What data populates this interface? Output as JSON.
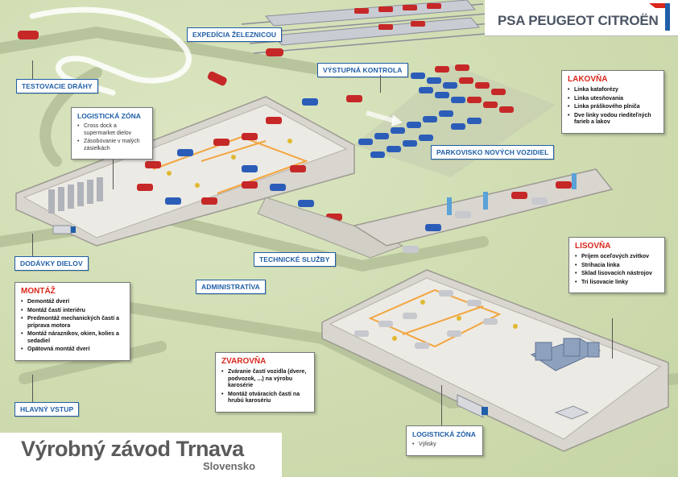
{
  "brand": {
    "name": "PSA PEUGEOT CITROËN",
    "accent": "#d9261c"
  },
  "title": {
    "main": "Výrobný závod Trnava",
    "sub": "Slovensko"
  },
  "labels": {
    "expedicia": "EXPEDÍCIA ŽELEZNICOU",
    "testovacie": "TESTOVACIE DRÁHY",
    "vystupna": "VÝSTUPNÁ KONTROLA",
    "parkovisko": "PARKOVISKO NOVÝCH VOZIDIEL",
    "dodavky": "DODÁVKY DIELOV",
    "technicke": "TECHNICKÉ SLUŽBY",
    "administrativa": "ADMINISTRATÍVA",
    "hlavny": "HLAVNÝ VSTUP"
  },
  "logisticka_top": {
    "title": "LOGISTICKÁ ZÓNA",
    "items": [
      "Cross dock a supermarket dielov",
      "Zásobovanie v malých zásielkách"
    ]
  },
  "logisticka_bottom": {
    "title": "LOGISTICKÁ ZÓNA",
    "items": [
      "Výlisky"
    ]
  },
  "lakovna": {
    "title": "LAKOVŇA",
    "items": [
      "Linka kataforézy",
      "Linka utesňovania",
      "Linka práškového plniča",
      "Dve linky vodou riediteľných farieb a lakov"
    ]
  },
  "lisovna": {
    "title": "LISOVŇA",
    "items": [
      "Príjem oceľových zvitkov",
      "Strihacia linka",
      "Sklad lisovacích nástrojov",
      "Tri lisovacie linky"
    ]
  },
  "montaz": {
    "title": "MONTÁŽ",
    "items": [
      "Demontáž dverí",
      "Montáž častí interiéru",
      "Predmontáž mechanických častí a príprava motora",
      "Montáž nárazníkov, okien, kolies a sedadiel",
      "Opätovná montáž dverí"
    ]
  },
  "zvarovna": {
    "title": "ZVAROVŇA",
    "items": [
      "Zváranie častí vozidla (dvere, podvozok, ...) na výrobu karosérie",
      "Montáž otváracích častí na hrubú karosériu"
    ]
  }
}
